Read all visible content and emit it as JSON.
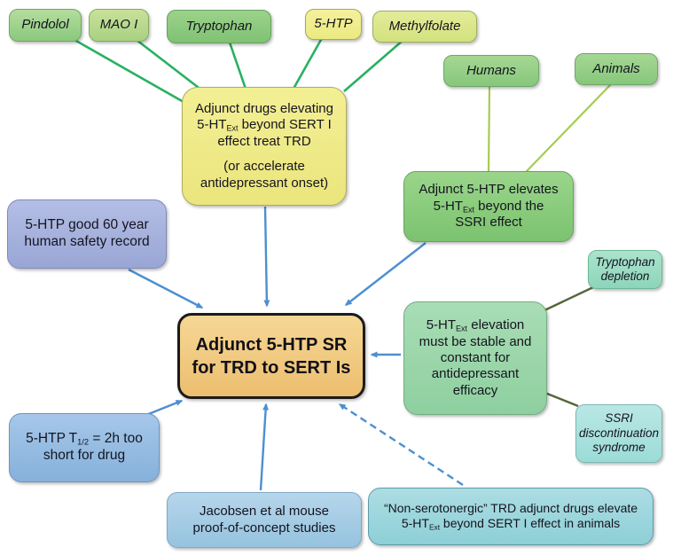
{
  "nodes": {
    "pindolol": {
      "label": "Pindolol"
    },
    "maoi": {
      "label": "MAO I"
    },
    "tryptophan": {
      "label": "Tryptophan"
    },
    "htp5": {
      "label": "5-HTP"
    },
    "methylfolate": {
      "label": "Methylfolate"
    },
    "humans": {
      "label": "Humans"
    },
    "animals": {
      "label": "Animals"
    },
    "adjunct_drugs": {
      "l1": "Adjunct drugs elevating",
      "l2a": "5-HT",
      "l2sub": "Ext",
      "l2b": " beyond SERT I",
      "l3": "effect treat TRD",
      "l4": "(or accelerate",
      "l5": "antidepressant onset)"
    },
    "adjunct_5htp": {
      "l1": "Adjunct 5-HTP elevates",
      "l2a": "5-HT",
      "l2sub": "Ext",
      "l2b": " beyond the",
      "l3": "SSRI effect"
    },
    "safety": {
      "l1": "5-HTP good 60 year",
      "l2": "human safety record"
    },
    "trp_depletion": {
      "l1": "Tryptophan",
      "l2": "depletion"
    },
    "stable": {
      "l1a": "5-HT",
      "l1sub": "Ext",
      "l1b": " elevation",
      "l2": "must be stable and",
      "l3": "constant for",
      "l4": "antidepressant",
      "l5": "efficacy"
    },
    "center": {
      "l1": "Adjunct 5-HTP SR",
      "l2": "for TRD to SERT Is"
    },
    "ssri_disc": {
      "l1": "SSRI",
      "l2": "discontinuation",
      "l3": "syndrome"
    },
    "halflife": {
      "l1a": "5-HTP T",
      "l1sub": "1/2",
      "l1b": " = 2h too",
      "l2": "short for drug"
    },
    "jacobsen": {
      "l1": "Jacobsen et al mouse",
      "l2": "proof-of-concept studies"
    },
    "nonsero": {
      "l1": "“Non-serotonergic” TRD adjunct drugs elevate",
      "l2a": "5-HT",
      "l2sub": "Ext",
      "l2b": " beyond SERT I effect in animals"
    }
  },
  "connections": [
    {
      "from": "pindolol",
      "to": "adjunct_drugs",
      "style": "green-line"
    },
    {
      "from": "maoi",
      "to": "adjunct_drugs",
      "style": "green-line"
    },
    {
      "from": "tryptophan",
      "to": "adjunct_drugs",
      "style": "green-line"
    },
    {
      "from": "htp5",
      "to": "adjunct_drugs",
      "style": "green-line"
    },
    {
      "from": "methylfolate",
      "to": "adjunct_drugs",
      "style": "green-line"
    },
    {
      "from": "humans",
      "to": "adjunct_5htp",
      "style": "light-green-line"
    },
    {
      "from": "animals",
      "to": "adjunct_5htp",
      "style": "light-green-line"
    },
    {
      "from": "adjunct_drugs",
      "to": "center",
      "style": "blue-arrow"
    },
    {
      "from": "safety",
      "to": "center",
      "style": "blue-arrow"
    },
    {
      "from": "adjunct_5htp",
      "to": "center",
      "style": "blue-arrow"
    },
    {
      "from": "stable",
      "to": "center",
      "style": "blue-arrow"
    },
    {
      "from": "halflife",
      "to": "center",
      "style": "blue-arrow"
    },
    {
      "from": "jacobsen",
      "to": "center",
      "style": "blue-arrow"
    },
    {
      "from": "nonsero",
      "to": "center",
      "style": "blue-dashed-arrow"
    },
    {
      "from": "stable",
      "to": "trp_depletion",
      "style": "olive-line"
    },
    {
      "from": "stable",
      "to": "ssri_disc",
      "style": "olive-line"
    }
  ],
  "colors": {
    "green_line": "#29b061",
    "light_green_line": "#a7cb52",
    "blue_arrow": "#4d8fd1",
    "olive_line": "#55663a",
    "center_fill": "#f0c87e",
    "center_border": "#1b1b1b"
  }
}
